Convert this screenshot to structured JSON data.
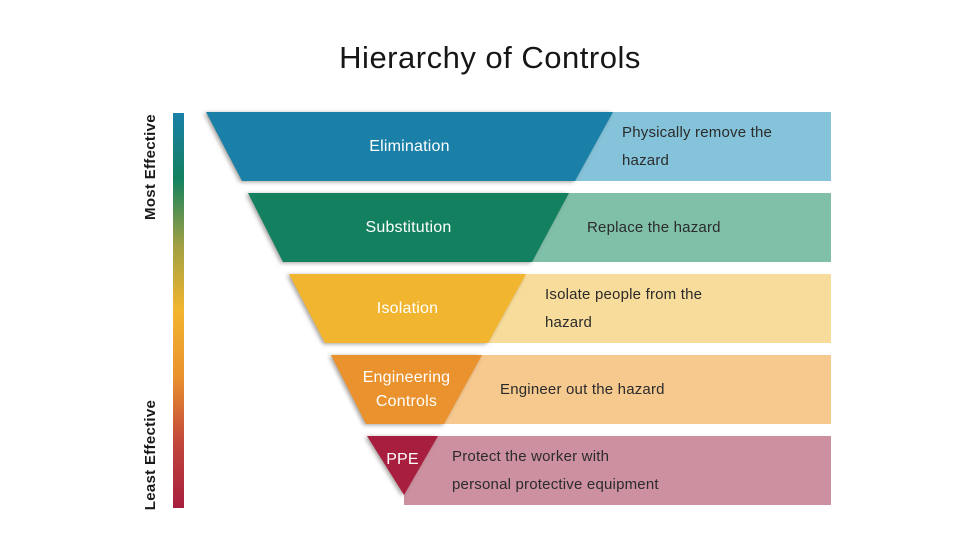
{
  "title": "Hierarchy of Controls",
  "axis": {
    "top_label": "Most Effective",
    "bottom_label": "Least Effective",
    "gradient_colors": [
      "#1a80a8",
      "#13815f",
      "#9fa044",
      "#f2b52f",
      "#e9922e",
      "#c1473b",
      "#a81e3e"
    ]
  },
  "rows": [
    {
      "label": "Elimination",
      "desc_lines": [
        "Physically remove the",
        "hazard"
      ],
      "dark_color": "#1a80a8",
      "light_color": "#85c3da"
    },
    {
      "label": "Substitution",
      "desc_lines": [
        "Replace the hazard"
      ],
      "dark_color": "#13815f",
      "light_color": "#80c0a9"
    },
    {
      "label": "Isolation",
      "desc_lines": [
        "Isolate people from the",
        "hazard"
      ],
      "dark_color": "#f2b52f",
      "light_color": "#f8dc9b"
    },
    {
      "label": "Engineering Controls",
      "desc_lines": [
        "Engineer out the hazard"
      ],
      "dark_color": "#e9922e",
      "light_color": "#f6c98f"
    },
    {
      "label": "PPE",
      "desc_lines": [
        "Protect the worker with",
        "personal protective equipment"
      ],
      "dark_color": "#a81e3e",
      "light_color": "#cd90a0"
    }
  ]
}
